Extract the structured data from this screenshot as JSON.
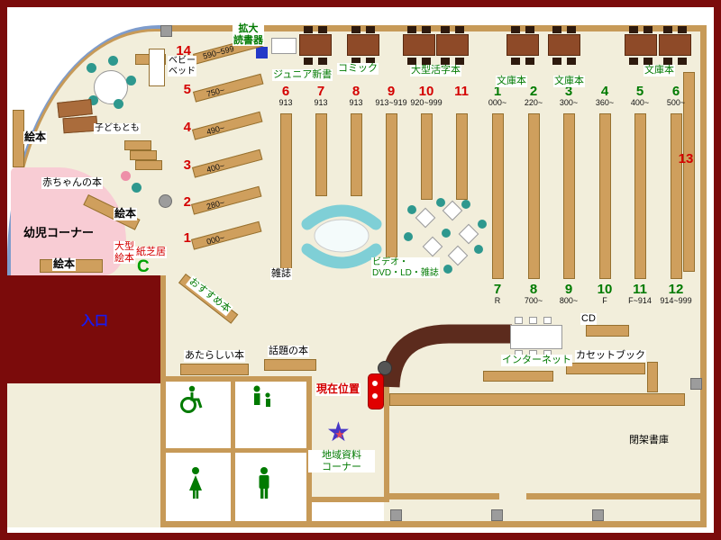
{
  "title": "library-floor-map",
  "colors": {
    "wall_red": "#7b0b0b",
    "floor_beige": "#f2eedb",
    "shelf_tan": "#cf9f5d",
    "table_brown": "#8e4a28",
    "counter_brown": "#5c2b1d",
    "sofa_cyan": "#7fcfd6",
    "chair_teal": "#2e988e",
    "label_green": "#007a00",
    "label_red": "#d40000",
    "entrance_blue": "#1a1aee",
    "curve_wall_blue": "#7e9ccc",
    "toddler_pink": "#f8ccd4",
    "marker_red": "#e00000",
    "star_purple": "#4636c6"
  },
  "entrance": {
    "label": "入口"
  },
  "children_area": {
    "picture_books_1": "絵本",
    "picture_books_2": "絵本",
    "picture_books_3": "絵本",
    "baby_books": "赤ちゃんの本",
    "toddler_corner": "幼児コーナー",
    "kodomotomo": "子どもとも",
    "baby_bed": "ベビー\nベッド",
    "large_picture_books": "大型\n絵本",
    "kamishibai": "紙芝居",
    "recommended_books": "おすすめ本"
  },
  "diagonal_shelves": [
    {
      "num": "14",
      "range": "590~599"
    },
    {
      "num": "5",
      "range": "750~"
    },
    {
      "num": "4",
      "range": "490~"
    },
    {
      "num": "3",
      "range": "400~"
    },
    {
      "num": "2",
      "range": "280~"
    },
    {
      "num": "1",
      "range": "000~"
    }
  ],
  "top_area": {
    "magnifier": "拡大\n読書器",
    "junior_shinsho": "ジュニア新書",
    "comics": "コミック",
    "large_print": "大型活字本",
    "bunko_1": "文庫本",
    "bunko_2": "文庫本",
    "bunko_3": "文庫本"
  },
  "stacks_top": [
    {
      "num": "6",
      "range": "913"
    },
    {
      "num": "7",
      "range": "913"
    },
    {
      "num": "8",
      "range": "913"
    },
    {
      "num": "9",
      "range": "913~919"
    },
    {
      "num": "10",
      "range": "920~999"
    },
    {
      "num": "11",
      "range": ""
    },
    {
      "num": "1",
      "range": "000~"
    },
    {
      "num": "2",
      "range": "220~"
    },
    {
      "num": "3",
      "range": "300~"
    },
    {
      "num": "4",
      "range": "360~"
    },
    {
      "num": "5",
      "range": "400~"
    },
    {
      "num": "6",
      "range": "500~"
    }
  ],
  "stacks_bottom": [
    {
      "num": "7",
      "range": "R"
    },
    {
      "num": "8",
      "range": "700~"
    },
    {
      "num": "9",
      "range": "800~"
    },
    {
      "num": "10",
      "range": "F"
    },
    {
      "num": "11",
      "range": "F~914"
    },
    {
      "num": "12",
      "range": "914~999"
    }
  ],
  "shelf_13": "13",
  "center_area": {
    "magazines": "雑誌",
    "av_corner": "ビデオ・\nDVD・LD・雑誌"
  },
  "south_area": {
    "new_books": "あたらしい本",
    "topic_books": "話題の本",
    "current_location": "現在位置",
    "local_corner": "地域資料\nコーナー",
    "cd": "CD",
    "internet": "インターネット",
    "cassette_books": "カセットブック",
    "closed_stacks": "閉架書庫"
  },
  "icons": {
    "magnifier_device": "blue-square-icon",
    "current_location_marker": "red-pill-marker-icon",
    "local_corner_star": "star-icon",
    "wheelchair": "wheelchair-icon",
    "nursing": "parent-child-icon",
    "women": "woman-icon",
    "men": "man-icon",
    "kamishibai_stand": "green-c-icon"
  }
}
